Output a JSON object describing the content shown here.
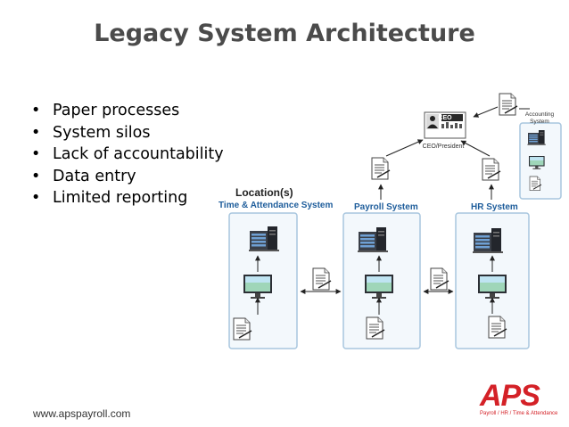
{
  "title": "Legacy System Architecture",
  "bullets": [
    "Paper processes",
    "System silos",
    "Lack of accountability",
    "Data entry",
    "Limited reporting"
  ],
  "diagram": {
    "location_label": "Location(s)",
    "systems": [
      {
        "label": "Time & Attendance System"
      },
      {
        "label": "Payroll System"
      },
      {
        "label": "HR System"
      }
    ],
    "ceo_badge": "CEO",
    "ceo_caption": "CEO/President",
    "accounting_line1": "Accounting",
    "accounting_line2": "System"
  },
  "footer": {
    "url": "www.apspayroll.com",
    "logo": "APS",
    "logo_tagline": "Payroll / HR / Time & Attendance"
  },
  "colors": {
    "title": "#4b4b4b",
    "system_label": "#1e5d9b",
    "box_border": "#a8c6de",
    "logo_red": "#d42127"
  }
}
